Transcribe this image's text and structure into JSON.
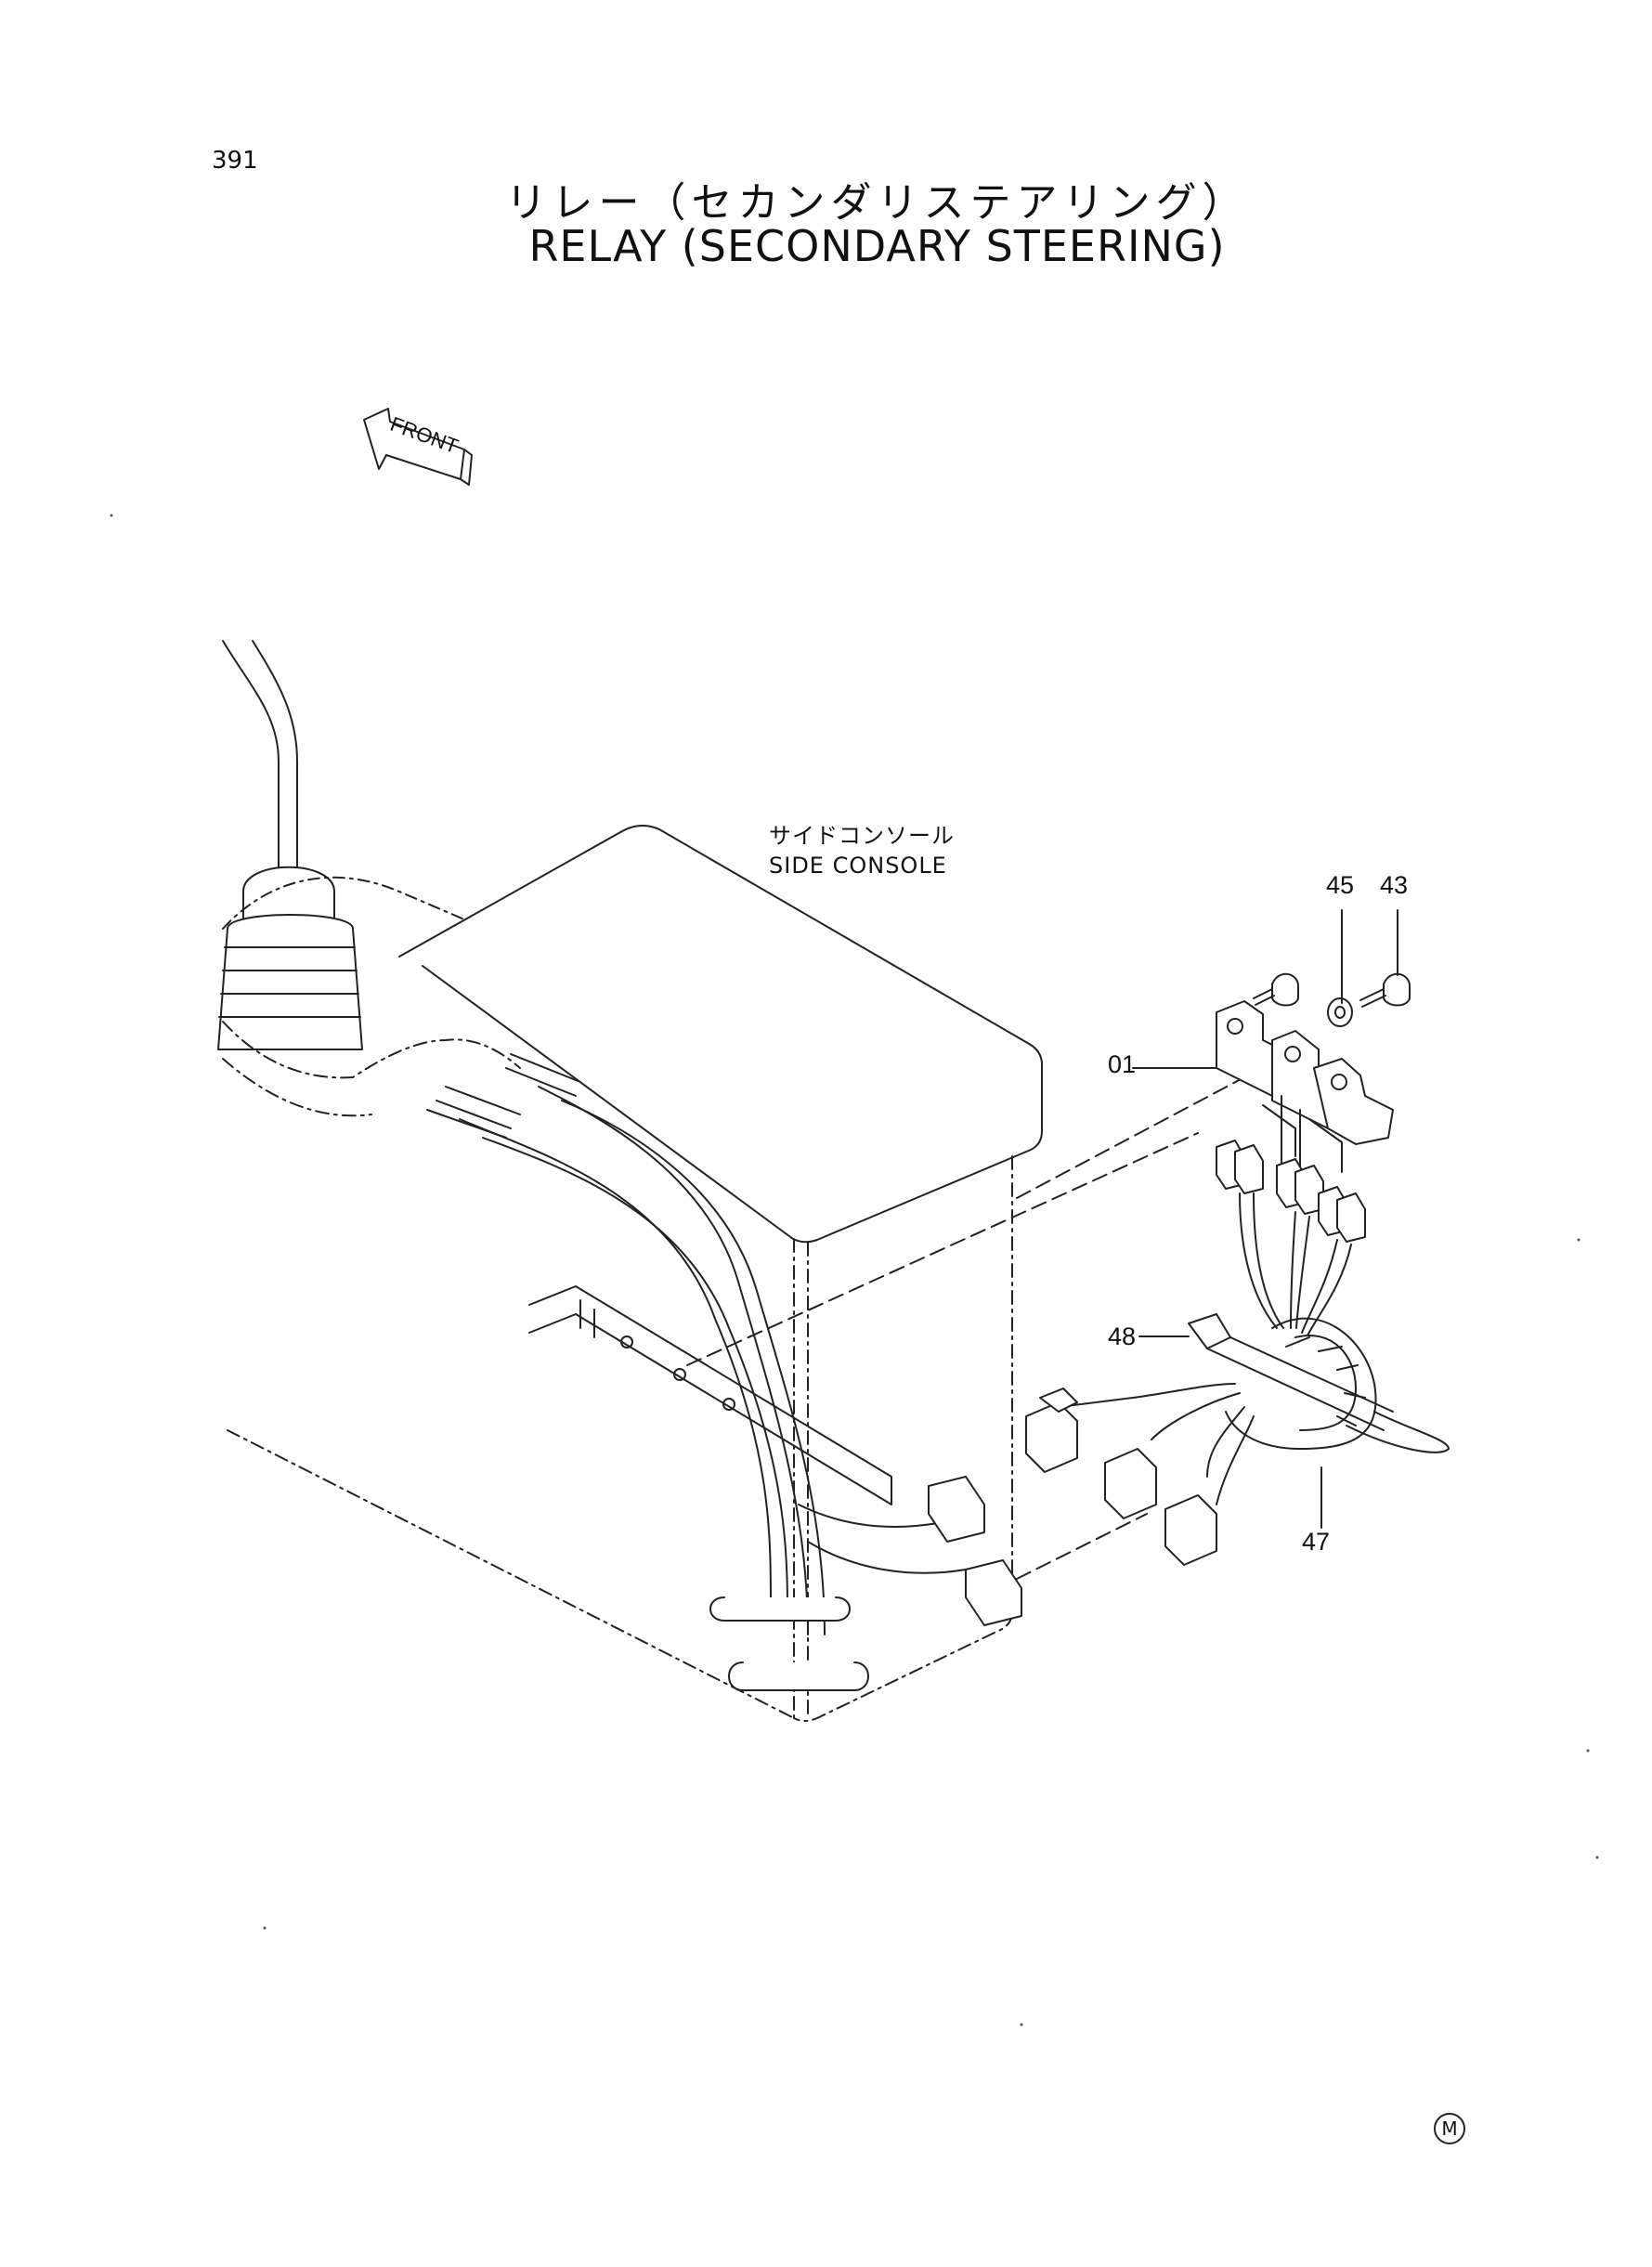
{
  "header": {
    "page_number": "391",
    "title_jp": "リレー（セカンダリステアリング）",
    "title_en": "RELAY (SECONDARY STEERING)"
  },
  "orientation": {
    "front_label": "FRONT"
  },
  "console": {
    "label_jp": "サイドコンソール",
    "label_en": "SIDE  CONSOLE"
  },
  "callouts": {
    "c01": "01",
    "c43": "43",
    "c45": "45",
    "c47": "47",
    "c48": "48"
  },
  "footer": {
    "mark": "M"
  }
}
